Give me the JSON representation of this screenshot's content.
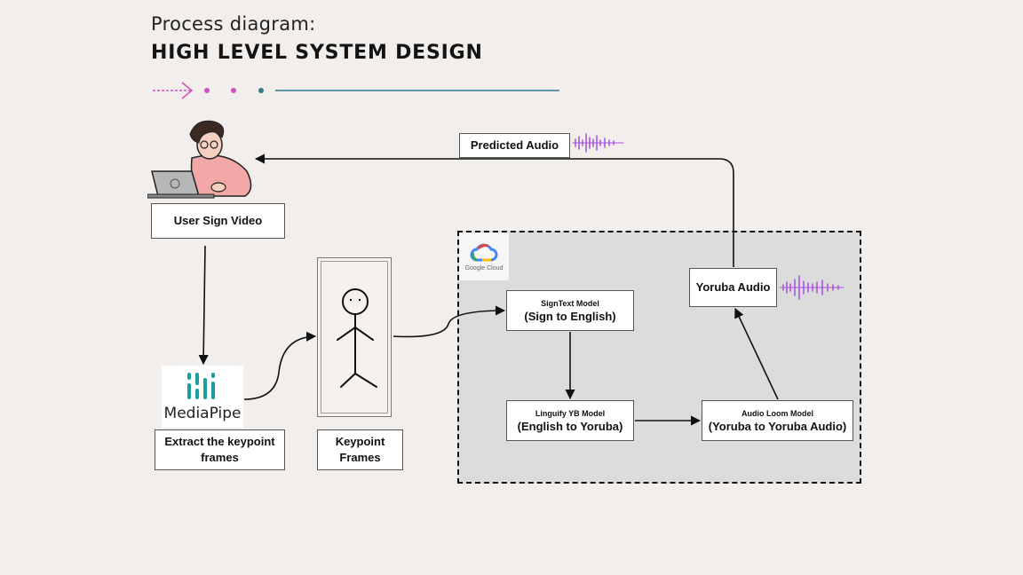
{
  "header": {
    "subtitle": "Process diagram:",
    "title": "HIGH LEVEL SYSTEM DESIGN"
  },
  "nodes": {
    "predicted_audio": "Predicted Audio",
    "user_sign_video": "User Sign Video",
    "extract_keypoints": "Extract the keypoint frames",
    "keypoint_frames": "Keypoint Frames",
    "signtext_title": "SignText Model",
    "signtext_sub": "(Sign to English)",
    "linguify_title": "Linguify YB Model",
    "linguify_sub": "(English to Yoruba)",
    "audioloom_title": "Audio Loom Model",
    "audioloom_sub": "(Yoruba to Yoruba Audio)",
    "yoruba_audio": "Yoruba Audio"
  },
  "logos": {
    "mediapipe": "MediaPipe",
    "google_cloud": "Google Cloud"
  },
  "colors": {
    "background": "#f1eeeb",
    "cloud_region": "#dcdcdc",
    "accent_pink": "#d14fc0",
    "accent_teal": "#2e7d8c",
    "waveform": "#a64fe0",
    "mediapipe_teal": "#1a9ea0"
  }
}
